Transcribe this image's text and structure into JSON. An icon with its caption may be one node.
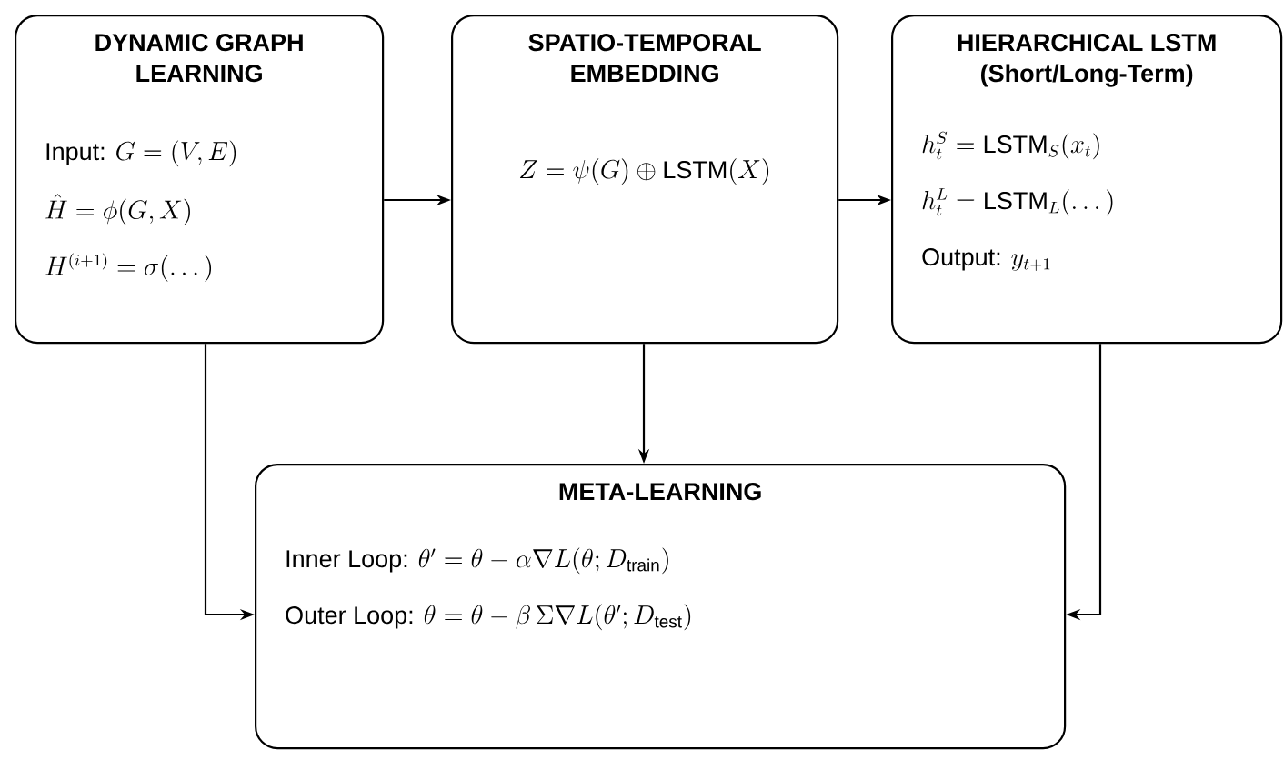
{
  "diagram": {
    "nodes": [
      {
        "text": [
          "DYNAMIC GRAPH LEARNING",
          "\\text{Input: } G = (V, E)",
          "\\hat{H} = \\phi(G, X)",
          "H^{(i+1)} = \\sigma(\\dots)"
        ]
      },
      {
        "text": [
          "SPATIO-TEMPORAL EMBEDDING",
          "Z = \\psi(G) \\oplus \\text{LSTM}(X)"
        ]
      },
      {
        "text": [
          "HIERARCHICAL LSTM",
          "(Short/Long-Term)",
          "h_t^S = \\text{LSTM}_S(x_t)",
          "h_t^L = \\text{LSTM}_L(\\dots)",
          "\\text{Output: } y_{t+1}"
        ]
      },
      {
        "text": [
          "META-LEARNING",
          "\\text{Inner Loop: } \\theta' = \\theta - \\alpha \\nabla L(\\theta; D_{\\text{train}})",
          "\\text{Outer Loop: } \\theta = \\theta - \\beta\\, \\Sigma \\nabla L(\\theta'; D_{\\text{test}})"
        ]
      }
    ],
    "edges": [
      {
        "from": 0,
        "to": 1,
        "arrow": "to"
      },
      {
        "from": 1,
        "to": 2,
        "arrow": "to"
      },
      {
        "from": 0,
        "to": 3,
        "arrow": "to"
      },
      {
        "from": 1,
        "to": 3,
        "arrow": "to"
      },
      {
        "from": 2,
        "to": 3,
        "arrow": "to"
      }
    ]
  }
}
